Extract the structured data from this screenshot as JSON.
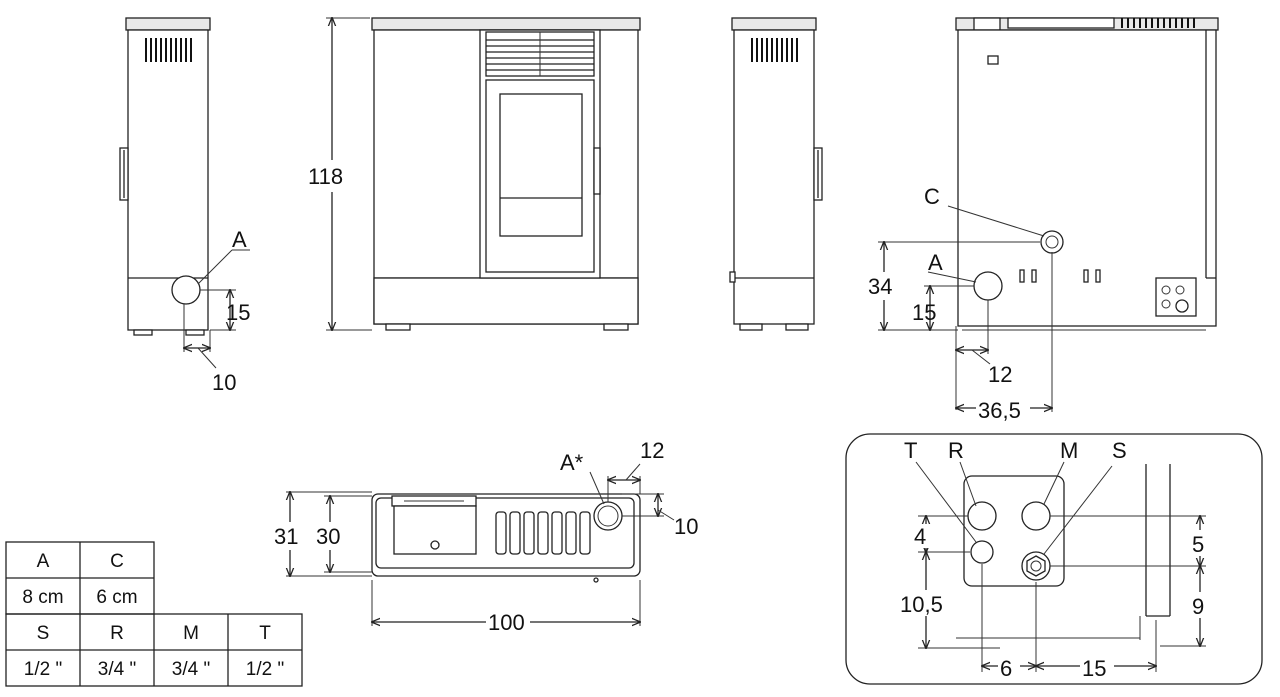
{
  "side_view_left": {
    "conn_label": "A",
    "dim_height": "15",
    "dim_offset": "10"
  },
  "front_view": {
    "dim_height": "118"
  },
  "rear_view": {
    "label_c": "C",
    "label_a": "A",
    "dim_c_height": "34",
    "dim_a_height": "15",
    "dim_a_offset": "12",
    "dim_c_offset": "36,5"
  },
  "top_view": {
    "label_a_star": "A*",
    "dim_depth_total": "31",
    "dim_depth_body": "30",
    "dim_width": "100",
    "dim_conn_x": "12",
    "dim_conn_y": "10"
  },
  "detail_view": {
    "labels": {
      "t": "T",
      "r": "R",
      "m": "M",
      "s": "S"
    },
    "dims": {
      "v4": "4",
      "v10_5": "10,5",
      "v5": "5",
      "v9": "9",
      "h6": "6",
      "h15": "15"
    }
  },
  "spec_table": {
    "row1": [
      "A",
      "C"
    ],
    "row2": [
      "8 cm",
      "6 cm"
    ],
    "row3": [
      "S",
      "R",
      "M",
      "T"
    ],
    "row4": [
      "1/2 \"",
      "3/4 \"",
      "3/4 \"",
      "1/2 \""
    ]
  }
}
